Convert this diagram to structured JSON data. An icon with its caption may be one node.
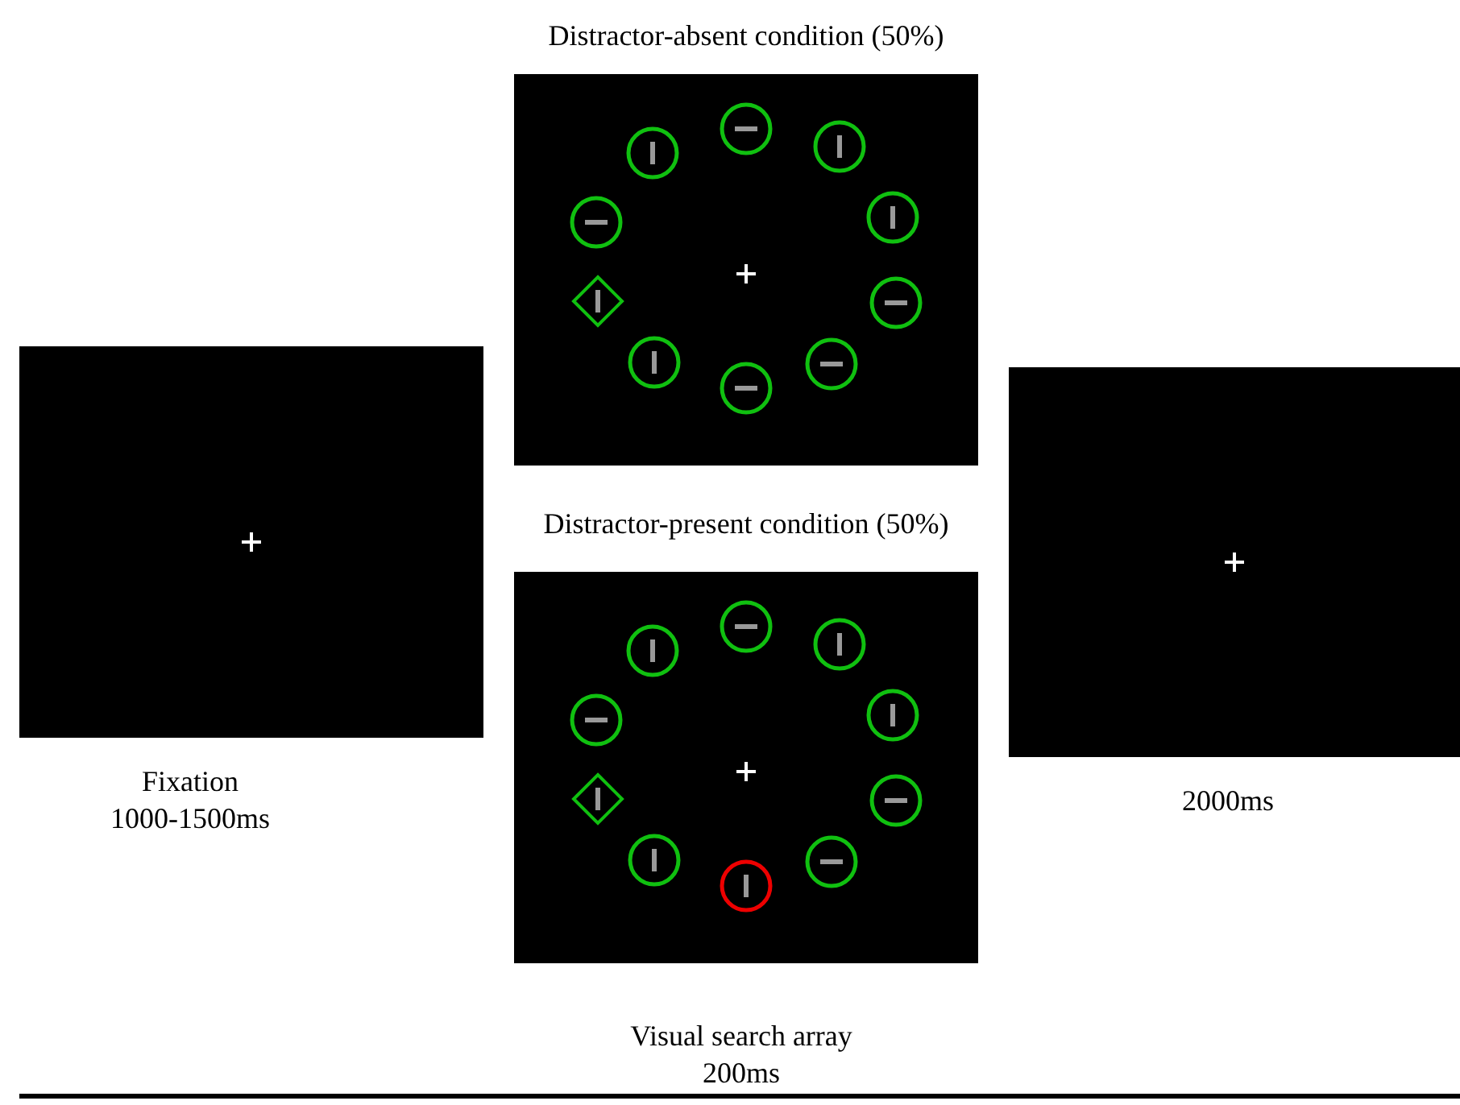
{
  "diagram": {
    "nodes": [
      {
        "text": [],
        "shape": "box",
        "beside": [
          "Fixation",
          "1000-1500ms"
        ]
      },
      {
        "text": [
          "Distractor-absent condition (50%)"
        ]
      },
      {
        "text": [
          "Distractor-present condition (50%)"
        ]
      },
      {
        "text": [],
        "shape": "box",
        "beside": [
          "2000ms"
        ]
      }
    ],
    "edges": [],
    "labels": [
      "Visual search array",
      "200ms"
    ]
  }
}
